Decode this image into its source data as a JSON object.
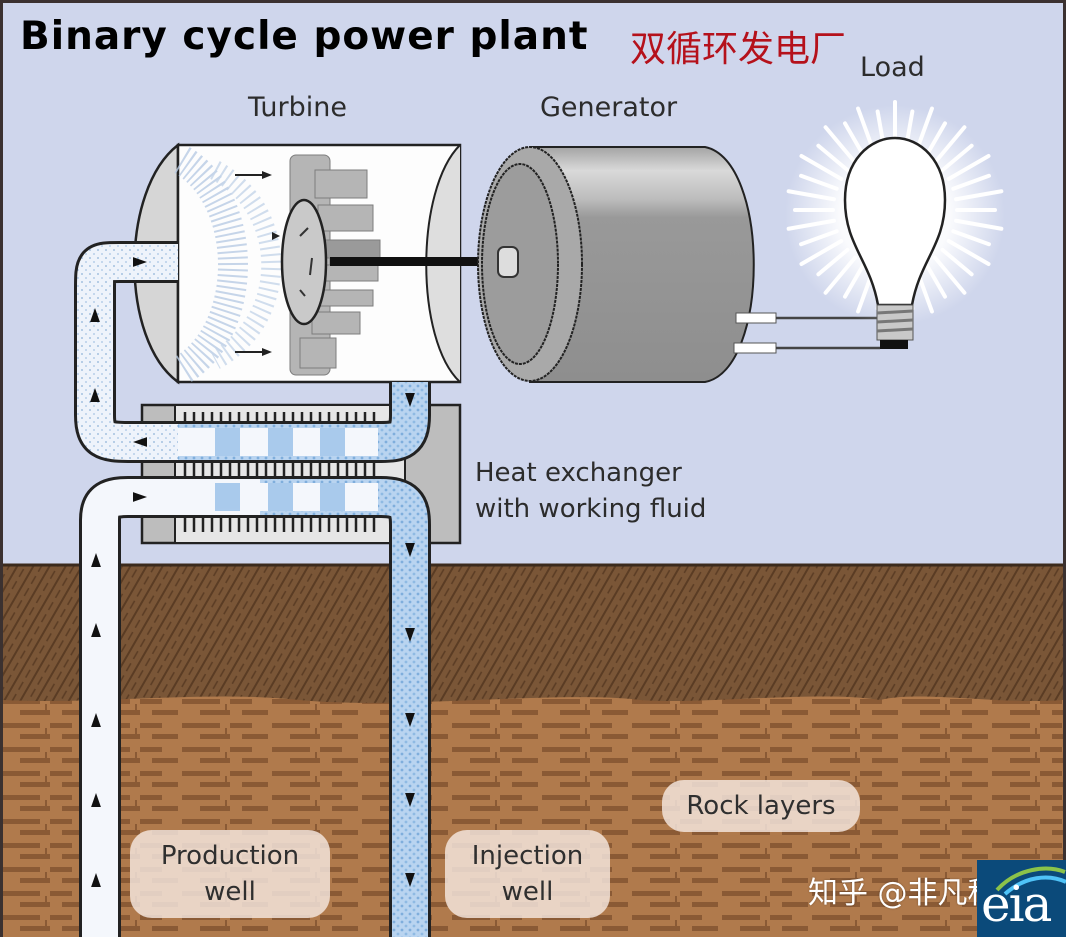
{
  "title": "Binary cycle power plant",
  "title_cn": "双循环发电厂",
  "labels": {
    "turbine": "Turbine",
    "generator": "Generator",
    "load": "Load",
    "heat_exchanger_line1": "Heat exchanger",
    "heat_exchanger_line2": "with working fluid",
    "rock_layers": "Rock layers",
    "production_well_line1": "Production",
    "production_well_line2": "well",
    "injection_well_line1": "Injection",
    "injection_well_line2": "well"
  },
  "watermark": "知乎 @非凡科普",
  "logo": "eia",
  "colors": {
    "sky": "#cfd6ec",
    "title_cn": "#b5111b",
    "topsoil": "#7a5637",
    "rock": "#b07a4c",
    "water_blue": "#9cc3ea",
    "eia_blue": "#0b4a7a"
  }
}
